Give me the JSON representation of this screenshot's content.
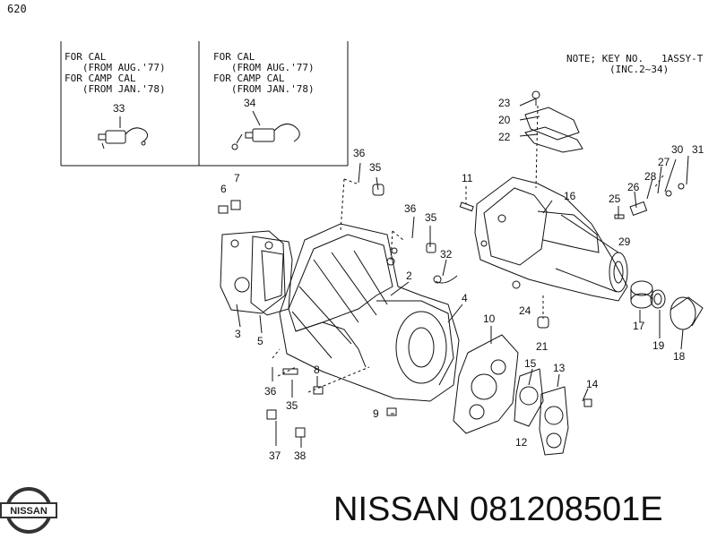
{
  "page_code": "620",
  "note": {
    "line1": "NOTE; KEY NO.   1ASSY-T",
    "line2": "(INC.2~34)"
  },
  "inset_left": {
    "line1": "FOR CAL",
    "line2": "   (FROM AUG.'77)",
    "line3": "FOR CAMP CAL",
    "line4": "   (FROM JAN.'78)",
    "part_no": "33"
  },
  "inset_right": {
    "line1": "FOR CAL",
    "line2": "   (FROM AUG.'77)",
    "line3": "FOR CAMP CAL",
    "line4": "   (FROM JAN.'78)",
    "part_no": "34"
  },
  "callouts": {
    "n2": "2",
    "n3": "3",
    "n4": "4",
    "n5": "5",
    "n6": "6",
    "n7": "7",
    "n8": "8",
    "n9": "9",
    "n10": "10",
    "n11": "11",
    "n12": "12",
    "n13": "13",
    "n14": "14",
    "n15": "15",
    "n16": "16",
    "n17": "17",
    "n18": "18",
    "n19": "19",
    "n20": "20",
    "n21": "21",
    "n22": "22",
    "n23": "23",
    "n24": "24",
    "n25": "25",
    "n26": "26",
    "n27": "27",
    "n28": "28",
    "n29": "29",
    "n30": "30",
    "n31": "31",
    "n32": "32",
    "n35a": "35",
    "n35b": "35",
    "n35c": "35",
    "n36a": "36",
    "n36b": "36",
    "n36c": "36",
    "n37": "37",
    "n38": "38"
  },
  "logo": {
    "text": "NISSAN"
  },
  "caption": "NISSAN 081208501E"
}
